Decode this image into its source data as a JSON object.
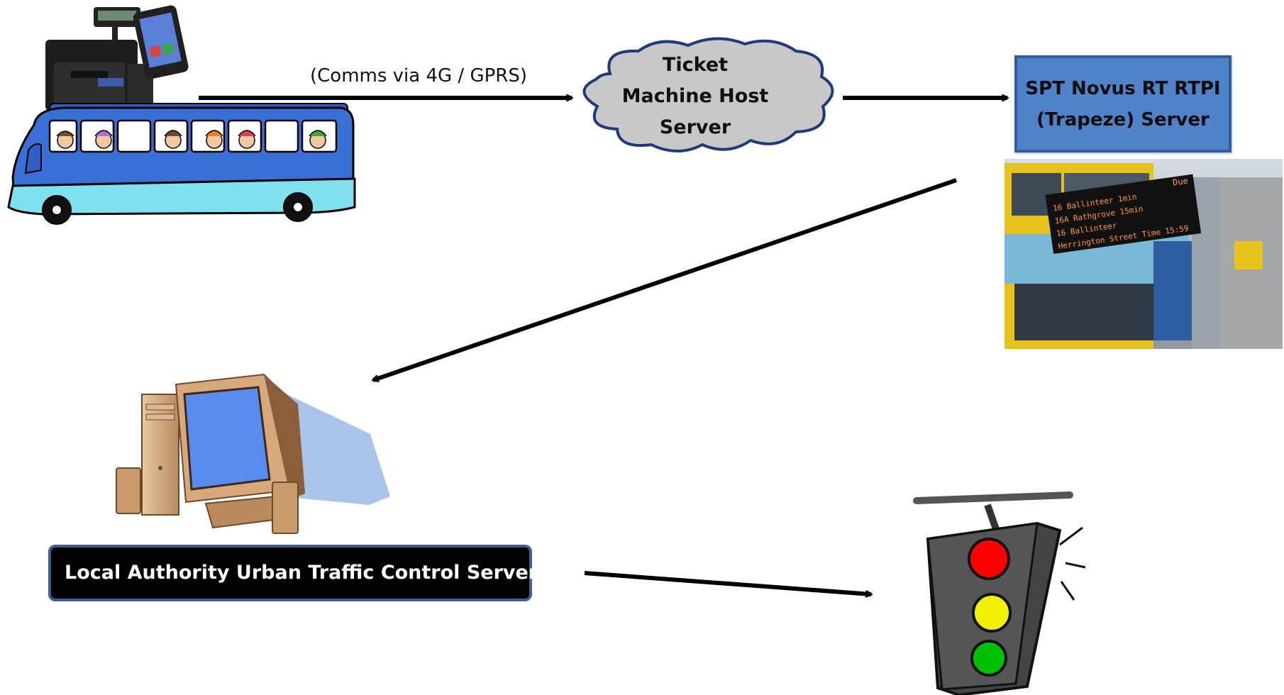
{
  "labels": {
    "comms": "(Comms via 4G / GPRS)",
    "ticket_host": [
      "Ticket",
      "Machine Host",
      "Server"
    ],
    "rtpi_server": [
      "SPT Novus RT RTPI",
      "(Trapeze) Server"
    ],
    "utc_server": "Local Authority Urban Traffic Control Server"
  },
  "bus_stop_display": {
    "header": "Due",
    "rows": [
      {
        "route": "16",
        "destination": "Ballinteer",
        "due": "1min"
      },
      {
        "route": "16A",
        "destination": "Rathgrove",
        "due": "15min"
      },
      {
        "route": "16",
        "destination": "Ballinteer",
        "due": ""
      },
      {
        "route": "",
        "destination": "Herrington Street",
        "due": "Time 15:59"
      }
    ]
  },
  "colors": {
    "arrow": "#000000",
    "cloud_fill": "#c8c8c8",
    "cloud_stroke": "#1f3a7a",
    "rtpi_box": "#4f82c9",
    "utc_box": "#000000",
    "bus_body": "#3a6fd6",
    "bus_skirt": "#7fe0f0",
    "monitor_screen": "#5a8cf0",
    "light_red": "#ff0000",
    "light_yellow": "#f2f200",
    "light_green": "#00c000"
  },
  "icons": [
    "ticket-machine-icon",
    "bus-icon",
    "cloud-icon",
    "bus-stop-photo-icon",
    "desktop-computer-icon",
    "traffic-light-icon"
  ]
}
